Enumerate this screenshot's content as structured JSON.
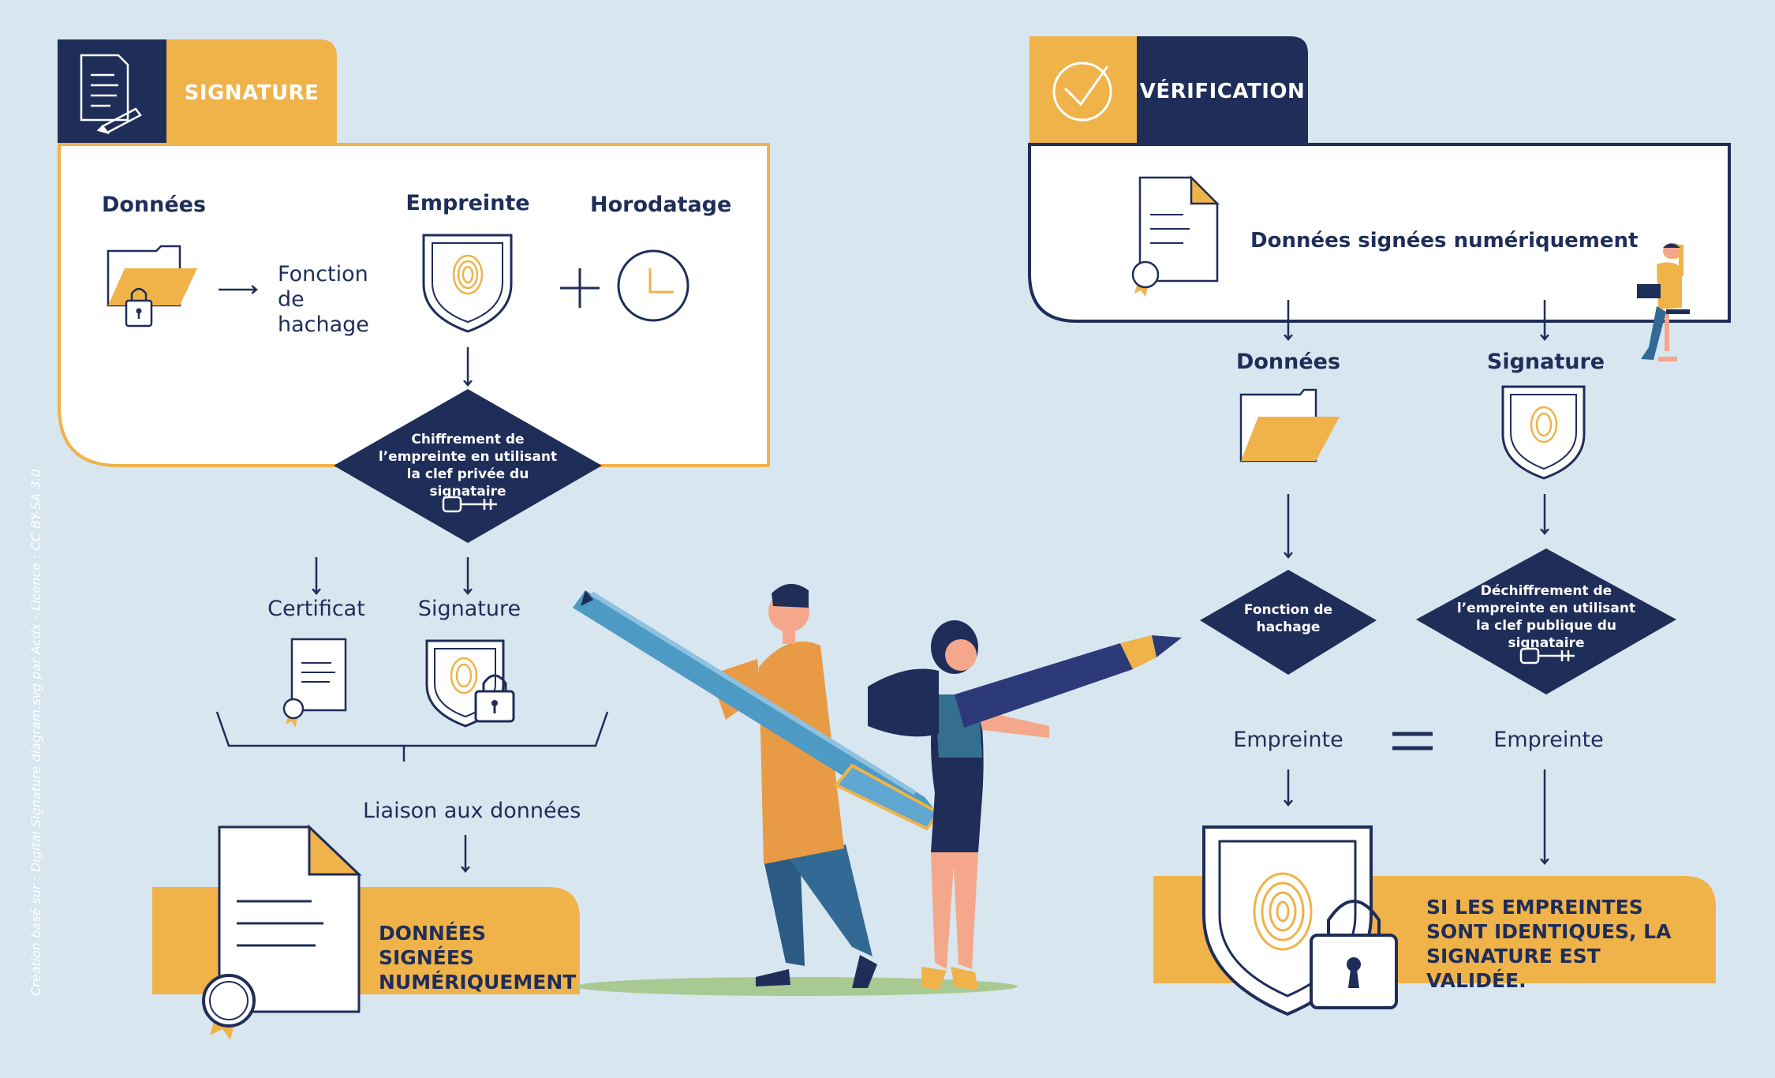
{
  "signature": {
    "title": "SIGNATURE",
    "data_label": "Données",
    "hash_function": "Fonction de hachage",
    "fingerprint_label": "Empreinte",
    "timestamp_label": "Horodatage",
    "encryption": "Chiffrement de l’empreinte en utilisant la clef privée du signataire",
    "certificate_label": "Certificat",
    "signature_label": "Signature",
    "binding_label": "Liaison aux données",
    "result": "DONNÉES SIGNÉES NUMÉRIQUEMENT"
  },
  "verification": {
    "title": "VÉRIFICATION",
    "signed_data": "Données signées numériquement",
    "data_label": "Données",
    "signature_label": "Signature",
    "hash_function": "Fonction de hachage",
    "decryption": "Déchiffrement de l’empreinte en utilisant la clef publique du signataire",
    "fingerprint_left": "Empreinte",
    "fingerprint_right": "Empreinte",
    "result": "SI LES EMPREINTES SONT IDENTIQUES, LA SIGNATURE EST VALIDÉE."
  },
  "credit": "Création basé sur : Digital Signature diagram.svg par Acdx - Licence : CC BY-SA 3.0",
  "colors": {
    "navy": "#1f2d59",
    "gold": "#efb34a",
    "background": "#d8e6f0",
    "white": "#ffffff"
  }
}
